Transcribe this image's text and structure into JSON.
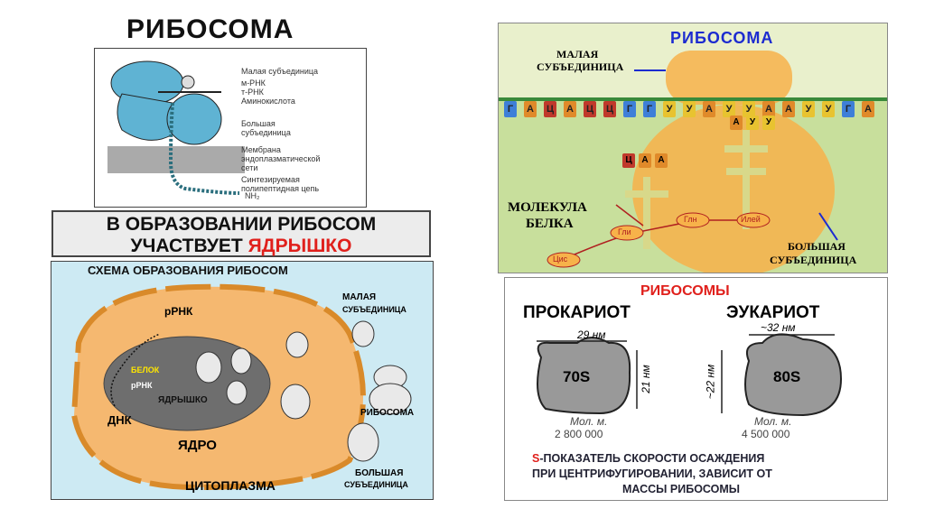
{
  "left": {
    "title": "РИБОСОМА",
    "labels": {
      "small_subunit": "Малая субъединица",
      "mrna": "м-РНК",
      "trna": "т-РНК",
      "amino": "Аминокислота",
      "large_subunit_1": "Большая",
      "large_subunit_2": "субъединица",
      "membrane_1": "Мембрана",
      "membrane_2": "эндоплазматической",
      "membrane_3": "сети",
      "polypeptide_1": "Синтезируемая",
      "polypeptide_2": "полипептидная цепь",
      "nh2": "NH₂"
    },
    "banner_line1": "В ОБРАЗОВАНИИ РИБОСОМ",
    "banner_line2_prefix": "УЧАСТВУЕТ",
    "banner_line2_highlight": "ЯДРЫШКО",
    "scheme": {
      "title": "СХЕМА ОБРАЗОВАНИЯ РИБОСОМ",
      "rrna_top": "рРНК",
      "protein": "БЕЛОК",
      "rrna_inner": "рРНК",
      "nucleolus": "ЯДРЫШКО",
      "dna": "ДНК",
      "nucleus": "ЯДРО",
      "cytoplasm": "ЦИТОПЛАЗМА",
      "small_1": "МАЛАЯ",
      "small_2": "СУБЪЕДИНИЦА",
      "ribosome": "РИБОСОМА",
      "large_1": "БОЛЬШАЯ",
      "large_2": "СУБЪЕДИНИЦА"
    }
  },
  "right": {
    "top": {
      "title": "РИБОСОМА",
      "small_1": "МАЛАЯ",
      "small_2": "СУБЪЕДИНИЦА",
      "mrna_codons": [
        "Г",
        "А",
        "Ц",
        "А",
        "Ц",
        "Ц",
        "Г",
        "Г",
        "У",
        "У",
        "А",
        "У",
        "У",
        "А",
        "А",
        "У",
        "У",
        "Г",
        "А"
      ],
      "anticodon_left": [
        "Ц",
        "А",
        "А"
      ],
      "anticodon_right": [
        "А",
        "У",
        "У"
      ],
      "protein_1": "МОЛЕКУЛА",
      "protein_2": "БЕЛКА",
      "aa": [
        "Цис",
        "Гли",
        "Глн",
        "Илей"
      ],
      "large_1": "БОЛЬШАЯ",
      "large_2": "СУБЪЕДИНИЦА"
    },
    "bottom": {
      "title": "РИБОСОМЫ",
      "prok": "ПРОКАРИОТ",
      "euk": "ЭУКАРИОТ",
      "prok_width": "29 нм",
      "prok_height": "21 нм",
      "euk_width": "~32 нм",
      "euk_height": "~22 нм",
      "prok_s": "70S",
      "euk_s": "80S",
      "prok_mass_1": "Мол. м.",
      "prok_mass_2": "2 800 000",
      "euk_mass_1": "Мол. м.",
      "euk_mass_2": "4 500 000",
      "note_s": "S",
      "note_1": "-ПОКАЗАТЕЛЬ СКОРОСТИ  ОСАЖДЕНИЯ",
      "note_2": "ПРИ ЦЕНТРИФУГИРОВАНИИ, ЗАВИСИТ ОТ",
      "note_3": "МАССЫ РИБОСОМЫ"
    }
  },
  "colors": {
    "ribosome_blue": "#5fb3d3",
    "banner_red": "#e0201c",
    "scheme_bg": "#cdeaf3",
    "cell_orange": "#f5b870",
    "ribo_orange": "#f7b24a",
    "green_bg": "#c8df9c",
    "title_blue": "#1c2bd0",
    "s_red": "#e0201c"
  }
}
